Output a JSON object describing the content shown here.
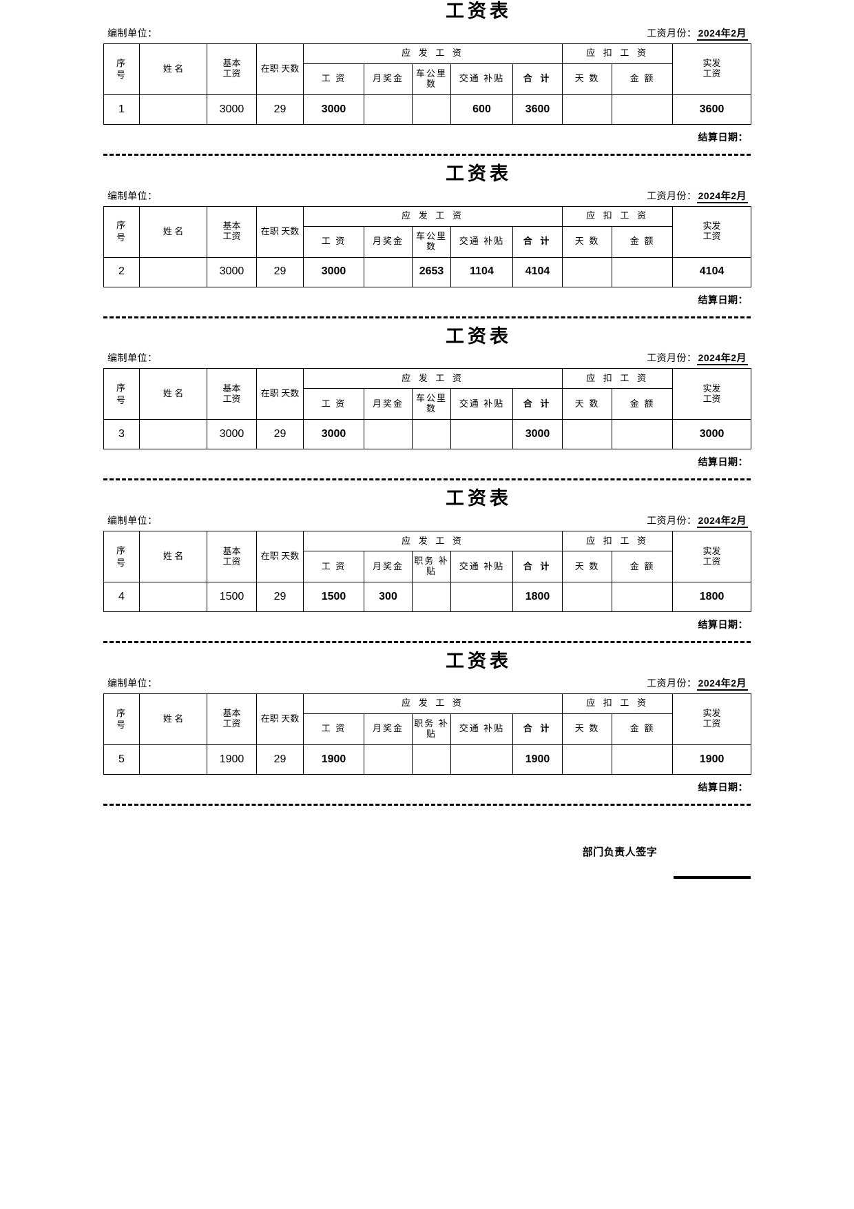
{
  "document": {
    "title": "工资表",
    "unit_label": "编制单位：",
    "month_label": "工资月份：",
    "month_value": "2024年2月",
    "settle_label": "结算日期："
  },
  "headers": {
    "seq": "序号",
    "seq_l1": "序",
    "seq_l2": "号",
    "name": "姓 名",
    "basic": "基本工资",
    "basic_l1": "基本",
    "basic_l2": "工资",
    "days": "在职 天数",
    "gross_group": "应 发 工 资",
    "deduct_group": "应 扣 工 资",
    "net": "实发工资",
    "net_l1": "实发",
    "net_l2": "工资",
    "wage": "工 资",
    "bonus": "月奖金",
    "car_km": "车公里数",
    "duty_allow": "职务 补贴",
    "traffic": "交通 补贴",
    "total": "合 计",
    "deduct_days": "天 数",
    "deduct_amount": "金 额"
  },
  "slips": [
    {
      "extra_header": "车公里数",
      "row": {
        "seq": "1",
        "name": "",
        "basic": "3000",
        "days": "29",
        "wage": "3000",
        "bonus": "",
        "extra": "",
        "traffic": "600",
        "total": "3600",
        "deduct_days": "",
        "deduct_amount": "",
        "net": "3600"
      }
    },
    {
      "extra_header": "车公里数",
      "row": {
        "seq": "2",
        "name": "",
        "basic": "3000",
        "days": "29",
        "wage": "3000",
        "bonus": "",
        "extra": "2653",
        "traffic": "1104",
        "total": "4104",
        "deduct_days": "",
        "deduct_amount": "",
        "net": "4104"
      }
    },
    {
      "extra_header": "车公里数",
      "row": {
        "seq": "3",
        "name": "",
        "basic": "3000",
        "days": "29",
        "wage": "3000",
        "bonus": "",
        "extra": "",
        "traffic": "",
        "total": "3000",
        "deduct_days": "",
        "deduct_amount": "",
        "net": "3000"
      }
    },
    {
      "extra_header": "职务 补贴",
      "row": {
        "seq": "4",
        "name": "",
        "basic": "1500",
        "days": "29",
        "wage": "1500",
        "bonus": "300",
        "extra": "",
        "traffic": "",
        "total": "1800",
        "deduct_days": "",
        "deduct_amount": "",
        "net": "1800"
      }
    },
    {
      "extra_header": "职务 补贴",
      "row": {
        "seq": "5",
        "name": "",
        "basic": "1900",
        "days": "29",
        "wage": "1900",
        "bonus": "",
        "extra": "",
        "traffic": "",
        "total": "1900",
        "deduct_days": "",
        "deduct_amount": "",
        "net": "1900"
      }
    }
  ],
  "footer": {
    "signature_label": "部门负责人签字"
  }
}
